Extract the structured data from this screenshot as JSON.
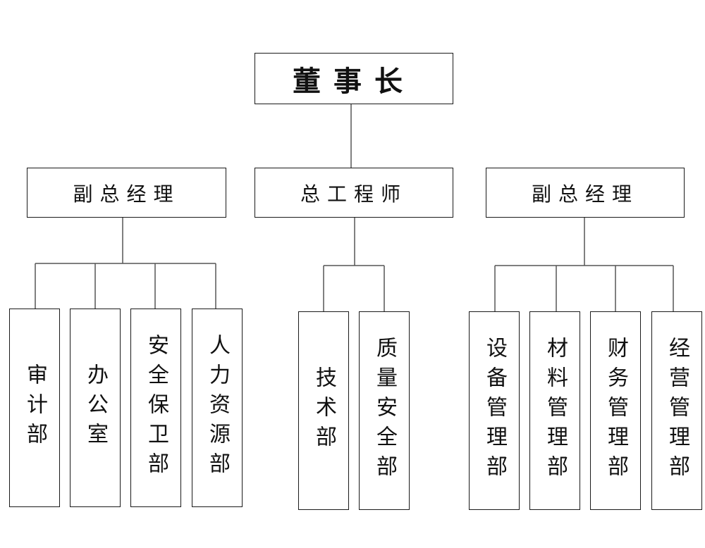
{
  "top": "董事长",
  "level2": [
    "副总经理",
    "总工程师",
    "副总经理"
  ],
  "left_departments": [
    "审计部",
    "办公室",
    "安全保卫部",
    "人力资源部"
  ],
  "center_departments": [
    "技术部",
    "质量安全部"
  ],
  "right_departments": [
    "设备管理部",
    "材料管理部",
    "财务管理部",
    "经营管理部"
  ]
}
